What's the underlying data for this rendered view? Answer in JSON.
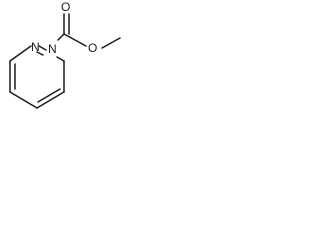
{
  "molecule": {
    "atoms": {
      "n_ring_2": "N",
      "n_ring_1": "N",
      "o_carbonyl": "O",
      "o_ester": "O"
    }
  },
  "colors": {
    "bond": "#1a1a1a",
    "label": "#1a1a1a",
    "background": "#ffffff"
  }
}
